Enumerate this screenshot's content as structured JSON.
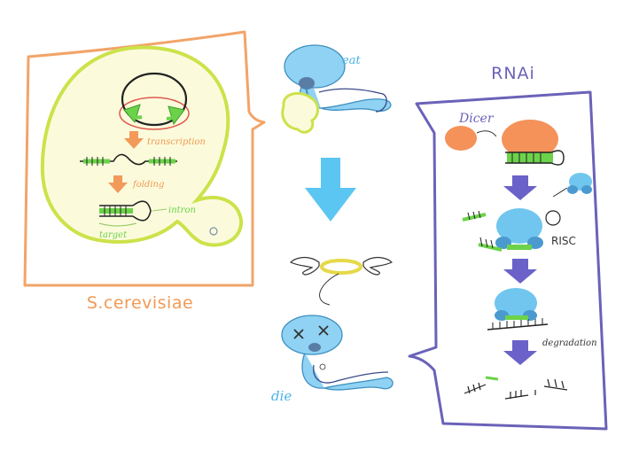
{
  "yeast": {
    "caption": "S.cerevisiae",
    "transcription_label": "transcription",
    "folding_label": "folding",
    "intron_label": "intron",
    "target_label": "target"
  },
  "worm": {
    "eat_label": "eat",
    "die_label": "die"
  },
  "rnai": {
    "title": "RNAi",
    "dicer_label": "Dicer",
    "risc_label": "RISC",
    "degradation_label": "degradation"
  },
  "colors": {
    "orange_frame": "#f2a468",
    "purple_frame": "#6a62b8",
    "cell_fill": "#fbfbdc",
    "cell_outline": "#cce24a",
    "green": "#6cd24a",
    "arrow_orange": "#f19a5a",
    "arrow_purple": "#6a62c8",
    "arrow_blue": "#5cc6f2",
    "worm_blue": "#8fd2f3",
    "dicer_orange": "#f4925a",
    "risc_blue": "#70c6ee",
    "label_orange": "#f09a56",
    "label_blue": "#4ab4e4"
  }
}
